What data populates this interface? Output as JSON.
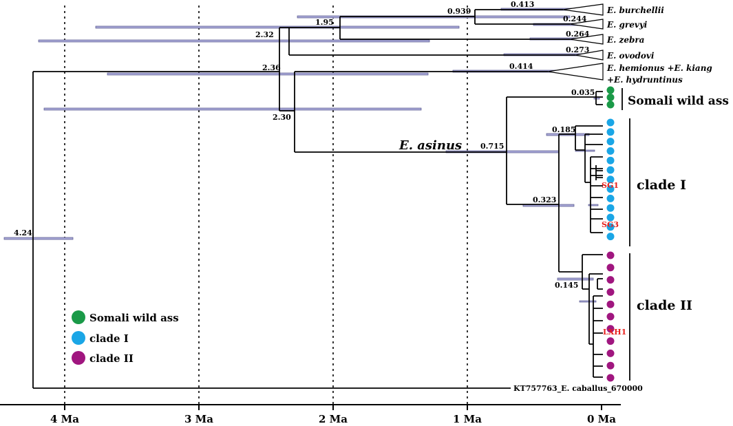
{
  "axis": {
    "ticks": [
      "4 Ma",
      "3 Ma",
      "2 Ma",
      "1 Ma",
      "0 Ma"
    ]
  },
  "tips": {
    "burchellii": "E. burchellii",
    "grevyi": "E. grevyi",
    "zebra": "E. zebra",
    "ovodovi": "E. ovodovi",
    "hemionus_line1": "E. hemionus +E. kiang",
    "hemionus_line2": "+E. hydruntinus",
    "outgroup": "KT757763_E. caballus_670000"
  },
  "node_values": {
    "burchellii": "0.413",
    "grevyi": "0.244",
    "zebra": "0.264",
    "ovodovi": "0.273",
    "hemionus": "0.414",
    "zebra_pair": "0.939",
    "zebra_group": "1.95",
    "stenonid": "2.32",
    "asses": "2.36",
    "asinus_stem": "2.30",
    "root": "4.24",
    "somali": "0.035",
    "asinus": "0.715",
    "clade1_sub": "0.185",
    "clade1": "0.323",
    "clade2": "0.145"
  },
  "labels": {
    "asinus": "E. asinus",
    "somali_bracket": "Somali wild ass",
    "clade1_bracket": "clade I",
    "clade2_bracket": "clade II",
    "sample_sg1": "SG1",
    "sample_sg3": "SG3",
    "sample_lxh1": "LXH1"
  },
  "legend": [
    {
      "label": "Somali wild ass",
      "color": "#1a9a48"
    },
    {
      "label": "clade I",
      "color": "#1aa6e6"
    },
    {
      "label": "clade II",
      "color": "#a0167f"
    }
  ],
  "tip_dots": {
    "somali": 3,
    "clade1": 13,
    "clade2": 11
  },
  "colors": {
    "somali": "#1a9a48",
    "clade1": "#1aa6e6",
    "clade2": "#a0167f",
    "sample_label": "#e8201c",
    "hpd_bar": "#a9a9d8"
  }
}
